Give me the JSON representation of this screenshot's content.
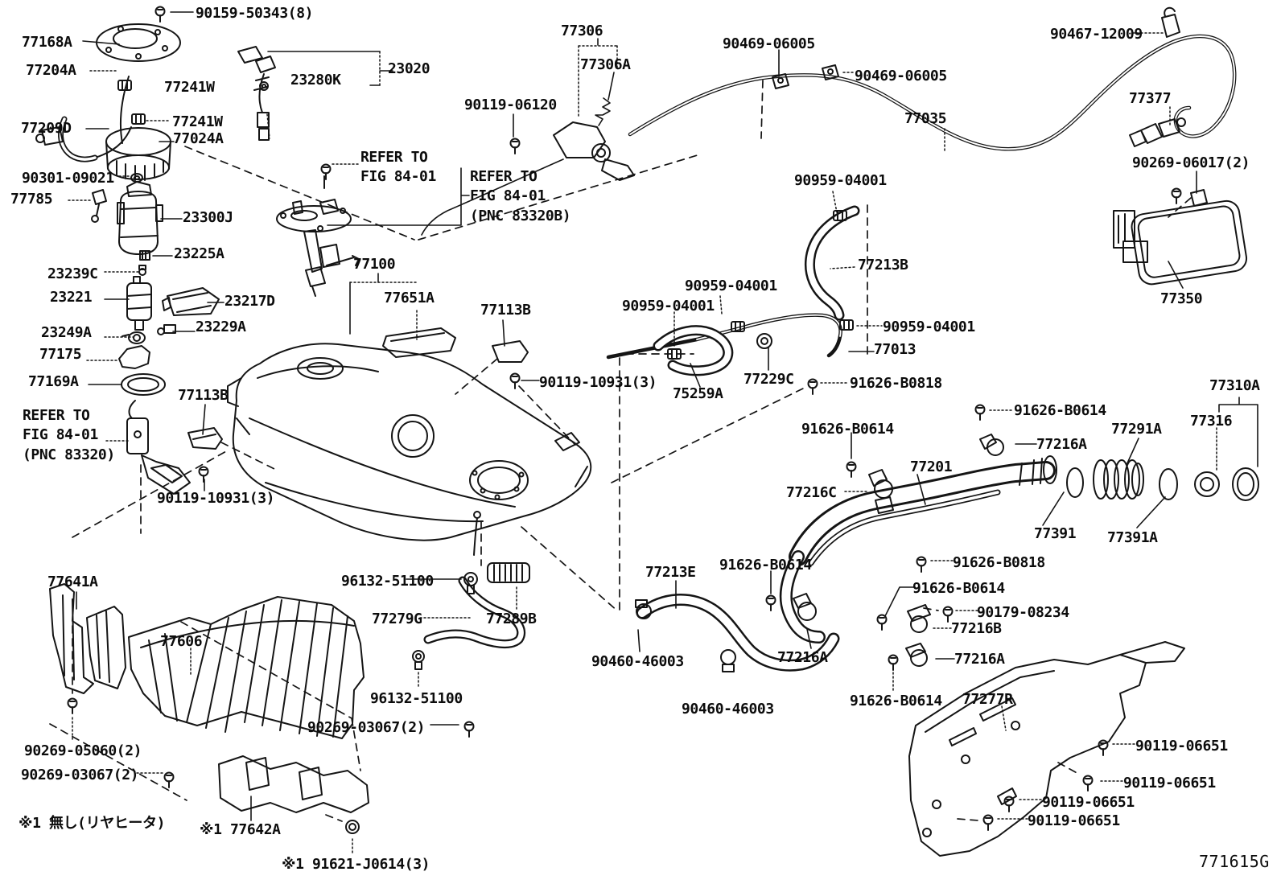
{
  "diagram_code": "771615G",
  "labels": [
    {
      "text": "90159-50343(8)"
    },
    {
      "text": "77168A"
    },
    {
      "text": "77204A"
    },
    {
      "text": "23280K"
    },
    {
      "text": "23020"
    },
    {
      "text": "77241W"
    },
    {
      "text": "77306"
    },
    {
      "text": "77306A"
    },
    {
      "text": "90469-06005"
    },
    {
      "text": "90469-06005"
    },
    {
      "text": "90467-12009"
    },
    {
      "text": "90119-06120"
    },
    {
      "text": "77035"
    },
    {
      "text": "77377"
    },
    {
      "text": "90269-06017(2)"
    },
    {
      "text": "77241W"
    },
    {
      "text": "77209D"
    },
    {
      "text": "77024A"
    },
    {
      "text": "90301-09021"
    },
    {
      "text": "77785"
    },
    {
      "text": "23300J"
    },
    {
      "text": "REFER TO\nFIG 84-01"
    },
    {
      "text": "REFER TO\nFIG 84-01\n(PNC 83320B)"
    },
    {
      "text": "90959-04001"
    },
    {
      "text": "23225A"
    },
    {
      "text": "23239C"
    },
    {
      "text": "23221"
    },
    {
      "text": "23217D"
    },
    {
      "text": "77213B"
    },
    {
      "text": "23249A"
    },
    {
      "text": "23229A"
    },
    {
      "text": "90959-04001"
    },
    {
      "text": "90959-04001"
    },
    {
      "text": "77175"
    },
    {
      "text": "77169A"
    },
    {
      "text": "77100"
    },
    {
      "text": "77651A"
    },
    {
      "text": "77113B"
    },
    {
      "text": "90959-04001"
    },
    {
      "text": "77013"
    },
    {
      "text": "75259A"
    },
    {
      "text": "77229C"
    },
    {
      "text": "91626-B0818"
    },
    {
      "text": "77310A"
    },
    {
      "text": "77316"
    },
    {
      "text": "91626-B0614"
    },
    {
      "text": "77291A"
    },
    {
      "text": "77216A"
    },
    {
      "text": "77201"
    },
    {
      "text": "91626-B0614"
    },
    {
      "text": "77216C"
    },
    {
      "text": "REFER TO\nFIG 84-01\n(PNC 83320)"
    },
    {
      "text": "77113B"
    },
    {
      "text": "90119-10931(3)"
    },
    {
      "text": "90119-10931(3)"
    },
    {
      "text": "77391"
    },
    {
      "text": "77391A"
    },
    {
      "text": "91626-B0818"
    },
    {
      "text": "91626-B0614"
    },
    {
      "text": "90179-08234"
    },
    {
      "text": "77216B"
    },
    {
      "text": "77216A"
    },
    {
      "text": "77213E"
    },
    {
      "text": "91626-B0614"
    },
    {
      "text": "77216A"
    },
    {
      "text": "90460-46003"
    },
    {
      "text": "90460-46003"
    },
    {
      "text": "96132-51100"
    },
    {
      "text": "77279G"
    },
    {
      "text": "77289B"
    },
    {
      "text": "96132-51100"
    },
    {
      "text": "90269-03067(2)"
    },
    {
      "text": "77641A"
    },
    {
      "text": "77606"
    },
    {
      "text": "90269-05060(2)"
    },
    {
      "text": "90269-03067(2)"
    },
    {
      "text": "91626-B0614"
    },
    {
      "text": "77277R"
    },
    {
      "text": "90119-06651"
    },
    {
      "text": "90119-06651"
    },
    {
      "text": "90119-06651"
    },
    {
      "text": "90119-06651"
    },
    {
      "text": "77350"
    },
    {
      "text": "※1 無し(リヤヒータ)"
    },
    {
      "text": "※1 77642A"
    },
    {
      "text": "※1 91621-J0614(3)"
    }
  ]
}
